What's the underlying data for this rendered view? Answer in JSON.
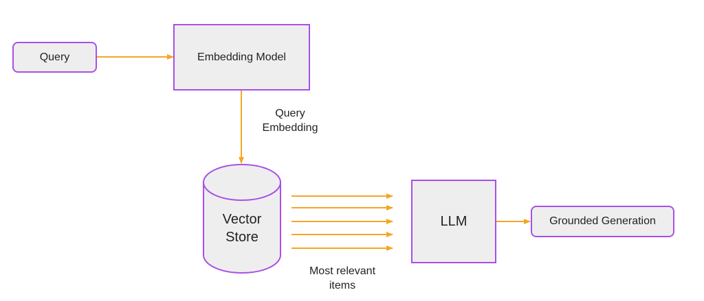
{
  "diagram": {
    "nodes": {
      "query": "Query",
      "embedding_model": "Embedding Model",
      "vector_store_line1": "Vector",
      "vector_store_line2": "Store",
      "llm": "LLM",
      "grounded_generation": "Grounded Generation"
    },
    "edge_labels": {
      "query_embedding_line1": "Query",
      "query_embedding_line2": "Embedding",
      "most_relevant_line1": "Most relevant",
      "most_relevant_line2": "items"
    },
    "retrieved_items_count": 5,
    "colors": {
      "node_border": "#a94ee8",
      "node_fill": "#eeeeee",
      "arrow": "#f5a623"
    }
  }
}
